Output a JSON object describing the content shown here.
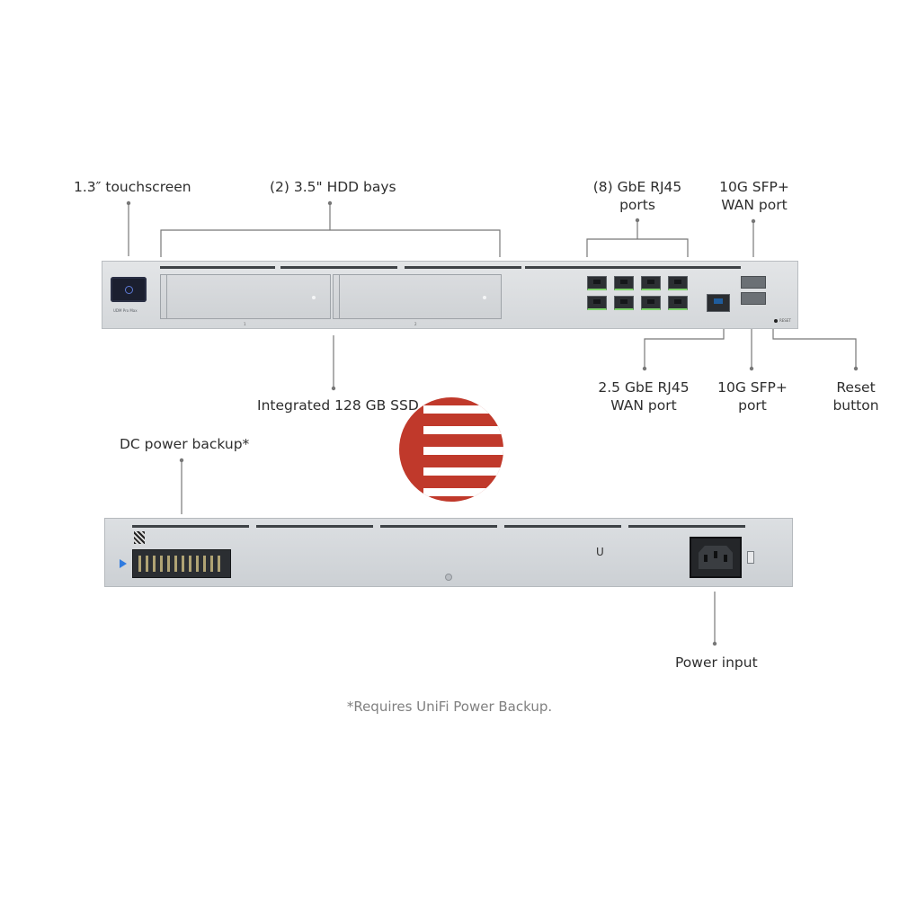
{
  "labels": {
    "touchscreen": "1.3″ touchscreen",
    "hdd_bays": "(2) 3.5\" HDD bays",
    "gbe_ports_line1": "(8) GbE RJ45",
    "gbe_ports_line2": "ports",
    "sfp_wan_line1": "10G SFP+",
    "sfp_wan_line2": "WAN port",
    "ssd": "Integrated 128 GB SSD",
    "wan25_line1": "2.5 GbE RJ45",
    "wan25_line2": "WAN port",
    "sfp_port_line1": "10G SFP+",
    "sfp_port_line2": "port",
    "reset_line1": "Reset",
    "reset_line2": "button",
    "dc_backup": "DC power backup*",
    "power_input": "Power input"
  },
  "footnote": "*Requires UniFi Power Backup.",
  "device_text": {
    "model": "UDM Pro Max",
    "reset": "RESET",
    "bay1": "1",
    "bay2": "2",
    "logo": "U"
  },
  "colors": {
    "chassis": "#d9dcdf",
    "callout_line": "#777777",
    "port_led": "#7dd46a",
    "accent_blue": "#2f7be0",
    "brand_mark": "#c0392b"
  },
  "icons": {
    "brand": "striped-circle-logo",
    "arrow": "blue-triangle-arrow"
  }
}
